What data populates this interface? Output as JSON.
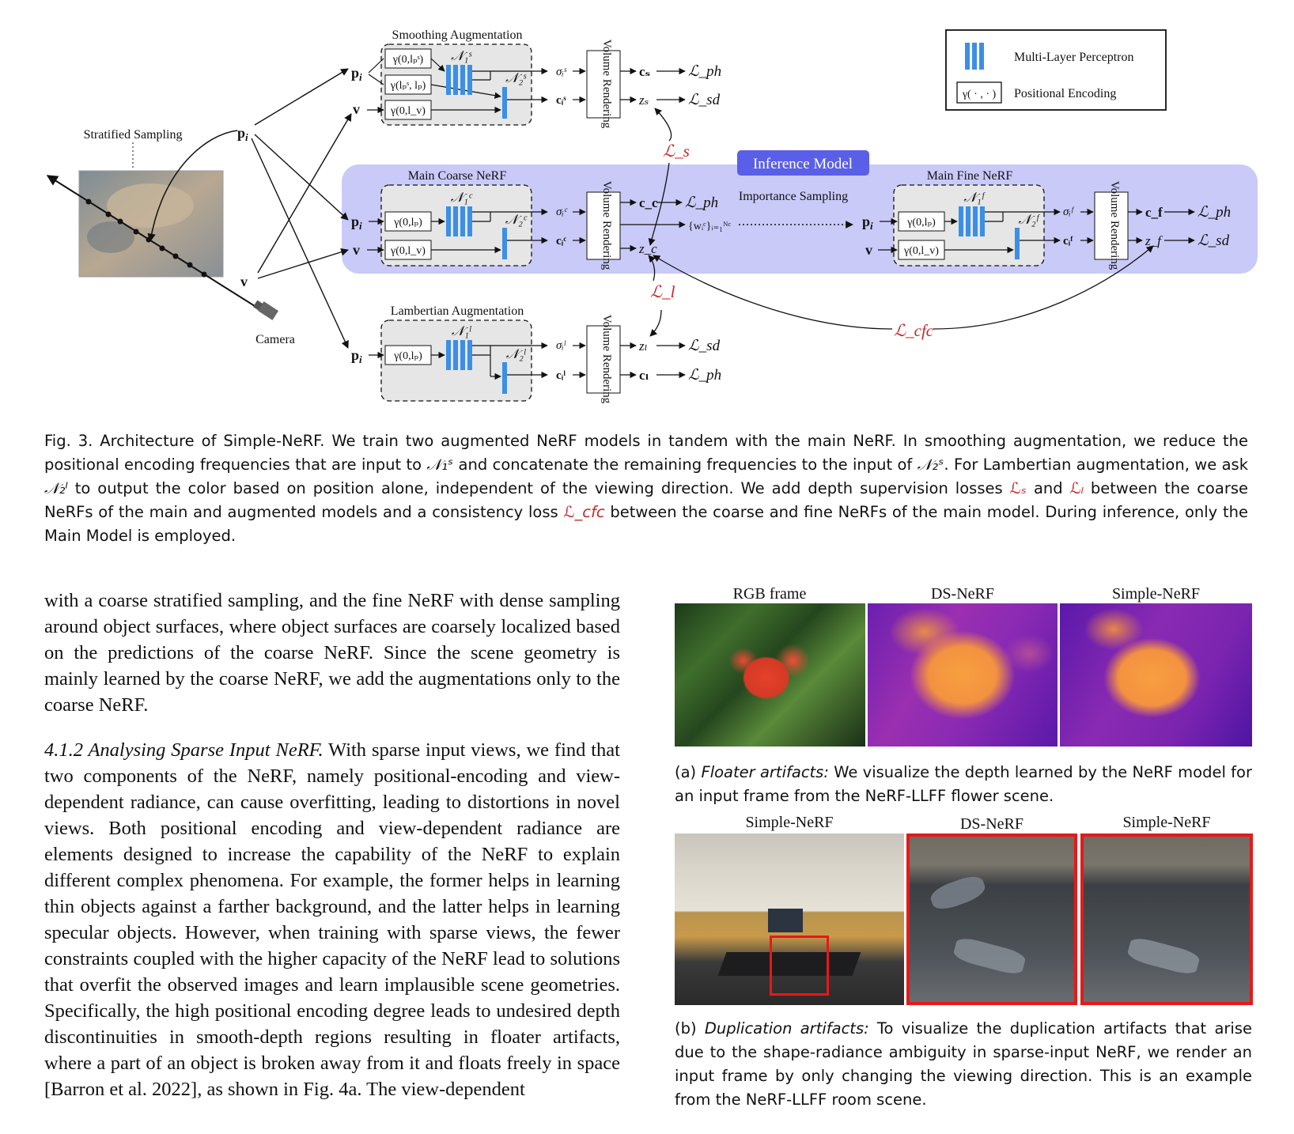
{
  "diagram": {
    "legend": {
      "mlp": "Multi-Layer Perceptron",
      "pe_glyph": "γ( · , · )",
      "pe": "Positional Encoding"
    },
    "stratified_sampling": "Stratified Sampling",
    "camera": "Camera",
    "inputs": {
      "p": "p",
      "p_sub": "i",
      "v": "v"
    },
    "smoothing": {
      "title": "Smoothing Augmentation",
      "pe1": "γ(0,lₚˢ)",
      "pe2": "γ(lₚˢ, lₚ)",
      "pe3": "γ(0,l_v)",
      "n1": "𝒩₁ˢ",
      "n2": "𝒩₂ˢ",
      "sigma": "σᵢˢ",
      "c": "cᵢˢ",
      "vr": "Volume Rendering",
      "out_c": "cₛ",
      "out_z": "zₛ",
      "loss_ph": "ℒ_ph",
      "loss_sd": "ℒ_sd"
    },
    "loss_s": "ℒ_s",
    "inference_badge": "Inference Model",
    "coarse": {
      "title": "Main Coarse NeRF",
      "pe1": "γ(0,lₚ)",
      "pe2": "γ(0,l_v)",
      "n1": "𝒩₁ᶜ",
      "n2": "𝒩₂ᶜ",
      "sigma": "σᵢᶜ",
      "c": "cᵢᶜ",
      "vr": "Volume Rendering",
      "out_c": "c_c",
      "out_w": "{wᵢᶜ}ᵢ₌₁ᴺᶜ",
      "out_z": "z_c",
      "loss_ph": "ℒ_ph"
    },
    "importance": "Importance Sampling",
    "fine": {
      "title": "Main Fine NeRF",
      "pe1": "γ(0,lₚ)",
      "pe2": "γ(0,l_v)",
      "n1": "𝒩₁ᶠ",
      "n2": "𝒩₂ᶠ",
      "sigma": "σᵢᶠ",
      "c": "cᵢᶠ",
      "vr": "Volume Rendering",
      "out_c": "c_f",
      "out_z": "z_f",
      "loss_ph": "ℒ_ph",
      "loss_sd": "ℒ_sd"
    },
    "loss_l": "ℒ_l",
    "loss_cfc": "ℒ_cfc",
    "lambertian": {
      "title": "Lambertian Augmentation",
      "pe1": "γ(0,lₚ)",
      "n1": "𝒩₁ˡ",
      "n2": "𝒩₂ˡ",
      "sigma": "σᵢˡ",
      "c": "cᵢˡ",
      "vr": "Volume Rendering",
      "out_z": "zₗ",
      "out_c": "cₗ",
      "loss_sd": "ℒ_sd",
      "loss_ph": "ℒ_ph"
    }
  },
  "caption": {
    "p1": "Fig. 3.  Architecture of Simple-NeRF. We train two augmented NeRF models in tandem with the main NeRF. In smoothing augmentation, we reduce the positional encoding frequencies that are input to ",
    "n1s": "𝒩₁ˢ",
    "p2": " and concatenate the remaining frequencies to the input of ",
    "n2s": "𝒩₂ˢ",
    "p3": ". For Lambertian augmentation, we ask ",
    "n2l": "𝒩₂ˡ",
    "p4": " to output the color based on position alone, independent of the viewing direction. We add depth supervision losses ",
    "ls": "ℒₛ",
    "p5": " and ",
    "ll": "ℒₗ",
    "p6": " between the coarse NeRFs of the main and augmented models and a consistency loss ",
    "lcfc": "ℒ_cfc",
    "p7": " between the coarse and fine NeRFs of the main model. During inference, only the Main Model is employed."
  },
  "left_column": {
    "para1": "with a coarse stratified sampling, and the fine NeRF with dense sampling around object surfaces, where object surfaces are coarsely localized based on the predictions of the coarse NeRF. Since the scene geometry is mainly learned by the coarse NeRF, we add the augmentations only to the coarse NeRF.",
    "section_heading": "4.1.2    Analysing Sparse Input NeRF.",
    "para2": " With sparse input views, we find that two components of the NeRF, namely positional-encoding and view-dependent radiance, can cause overfitting, leading to distortions in novel views. Both positional encoding and view-dependent radiance are elements designed to increase the capability of the NeRF to explain different complex phenomena. For example, the former helps in learning thin objects against a farther background, and the latter helps in learning specular objects. However, when training with sparse views, the fewer constraints coupled with the higher capacity of the NeRF lead to solutions that overfit the observed images and learn implausible scene geometries. Specifically, the high positional encoding degree leads to undesired depth discontinuities in smooth-depth regions resulting in floater artifacts, where a part of an object is broken away from it and floats freely in space [Barron et al. 2022], as shown in Fig. 4a. The view-dependent"
  },
  "figure4": {
    "a_titles": [
      "RGB frame",
      "DS-NeRF",
      "Simple-NeRF"
    ],
    "a_caption_prefix": "(a) ",
    "a_caption_italic": "Floater artifacts:",
    "a_caption_rest": " We visualize the depth learned by the NeRF model for an input frame from the NeRF-LLFF flower scene.",
    "b_titles": [
      "Simple-NeRF",
      "DS-NeRF",
      "Simple-NeRF"
    ],
    "b_caption_prefix": "(b) ",
    "b_caption_italic": "Duplication artifacts:",
    "b_caption_rest": " To visualize the duplication artifacts that arise due to the shape-radiance ambiguity in sparse-input NeRF, we render an input frame by only changing the viewing direction. This is an example from the NeRF-LLFF room scene."
  },
  "colors": {
    "mlp_blue": "#3b8fe6",
    "inference_band": "#c9caf8",
    "badge": "#5a5fe8",
    "loss_red": "#c62828",
    "crop_red": "#e41a1a"
  }
}
